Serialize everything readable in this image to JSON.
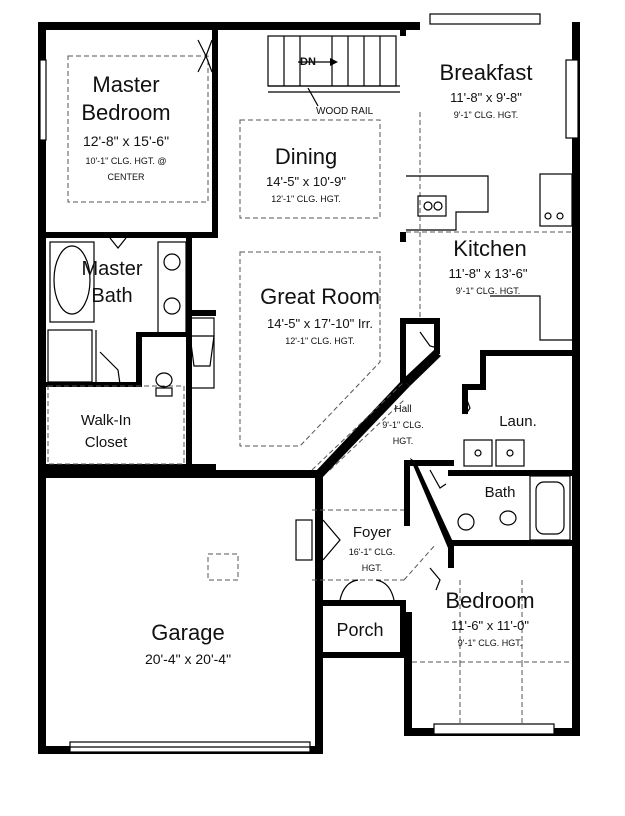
{
  "rooms": {
    "master_bedroom": {
      "name_line1": "Master",
      "name_line2": "Bedroom",
      "size": "12'-8\" x 15'-6\"",
      "clg_line1": "10'-1\" CLG. HGT. @",
      "clg_line2": "CENTER"
    },
    "master_bath": {
      "name_line1": "Master",
      "name_line2": "Bath"
    },
    "walk_in_closet": {
      "name_line1": "Walk-In",
      "name_line2": "Closet"
    },
    "dining": {
      "name": "Dining",
      "size": "14'-5\" x 10'-9\"",
      "clg": "12'-1\" CLG. HGT."
    },
    "great_room": {
      "name": "Great Room",
      "size": "14'-5\" x 17'-10\" Irr.",
      "clg": "12'-1\" CLG. HGT."
    },
    "breakfast": {
      "name": "Breakfast",
      "size": "11'-8\" x 9'-8\"",
      "clg": "9'-1\" CLG. HGT."
    },
    "kitchen": {
      "name": "Kitchen",
      "size": "11'-8\" x 13'-6\"",
      "clg": "9'-1\" CLG. HGT."
    },
    "hall": {
      "name": "Hall",
      "clg_line1": "9'-1\" CLG.",
      "clg_line2": "HGT."
    },
    "laundry": {
      "name": "Laun."
    },
    "bath": {
      "name": "Bath"
    },
    "foyer": {
      "name": "Foyer",
      "clg_line1": "16'-1\" CLG.",
      "clg_line2": "HGT."
    },
    "porch": {
      "name": "Porch"
    },
    "bedroom": {
      "name": "Bedroom",
      "size": "11'-6\" x 11'-0\"",
      "clg": "9'-1\" CLG. HGT."
    },
    "garage": {
      "name": "Garage",
      "size": "20'-4\" x 20'-4\""
    }
  },
  "stair": {
    "direction": "DN",
    "rail": "WOOD RAIL"
  }
}
